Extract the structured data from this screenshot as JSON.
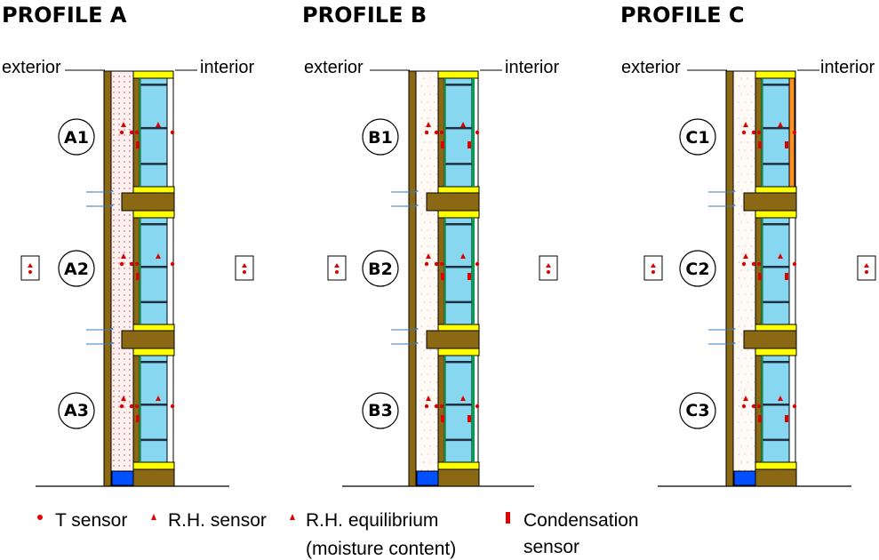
{
  "profiles": [
    {
      "title": "PROFILE A",
      "exterior": "exterior",
      "interior": "interior",
      "zones": [
        "A1",
        "A2",
        "A3"
      ],
      "insul": "dots",
      "finish": "none"
    },
    {
      "title": "PROFILE B",
      "exterior": "exterior",
      "interior": "interior",
      "zones": [
        "B1",
        "B2",
        "B3"
      ],
      "insul": "plain",
      "finish": "green"
    },
    {
      "title": "PROFILE C",
      "exterior": "exterior",
      "interior": "interior",
      "zones": [
        "C1",
        "C2",
        "C3"
      ],
      "insul": "plain",
      "finish": "orange"
    }
  ],
  "legend": {
    "t_sensor": "T sensor",
    "rh_sensor": "R.H. sensor",
    "rh_equilibrium": "R.H. equilibrium",
    "moisture_content": "(moisture content)",
    "condensation": "Condensation",
    "condensation2": "sensor"
  },
  "colors": {
    "wood": "#8b6914",
    "insulation": "#fff0f0",
    "panel": "#87d7f0",
    "yellow": "#ffff00",
    "sensor_red": "#e00000",
    "water_blue": "#0050ff",
    "green_layer": "#00a050",
    "orange_layer": "#ff9020"
  }
}
